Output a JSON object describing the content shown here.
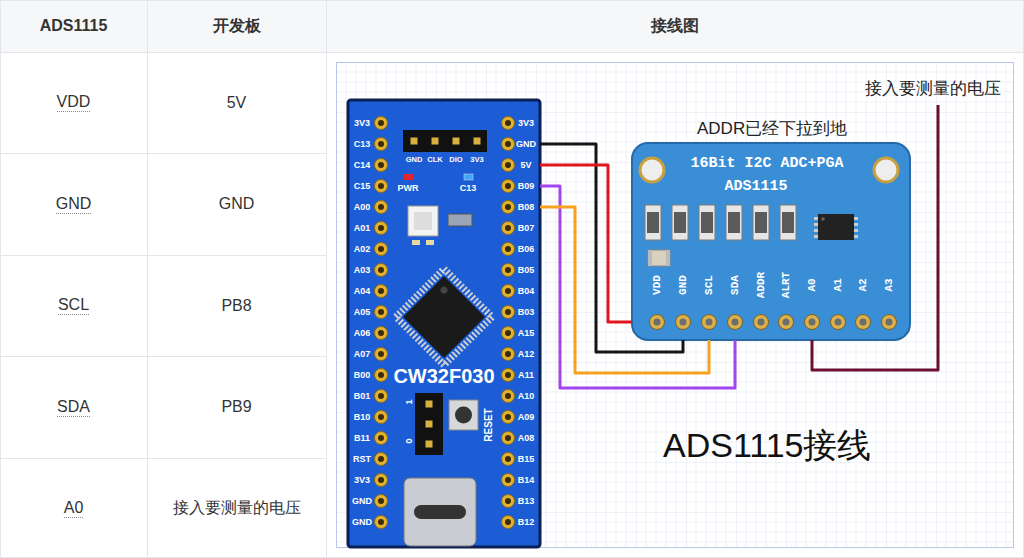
{
  "diagram": {
    "nodes": [
      {
        "text": [
          "3V3",
          "C13",
          "C14",
          "C15",
          "A00",
          "A01",
          "A02",
          "A03",
          "A04",
          "A05",
          "A06",
          "A07",
          "B00",
          "B01",
          "B10",
          "B11",
          "RST",
          "3V3",
          "GND",
          "GND",
          "GND",
          "CLK",
          "DIO",
          "3V3",
          "PWR",
          "C13",
          "CW32F030",
          "1",
          "0",
          "RESET",
          "3V3",
          "GND",
          "5V",
          "B09",
          "B08",
          "B07",
          "B06",
          "B05",
          "B04",
          "B03",
          "A15",
          "A12",
          "A11",
          "A10",
          "A09",
          "A08",
          "B15",
          "B14",
          "B13",
          "B12"
        ]
      },
      {
        "text": [
          "16Bit I2C ADC+PGA",
          "ADS1115",
          "VDD",
          "GND",
          "SCL",
          "SDA",
          "ADDR",
          "ALRT",
          "A0",
          "A1",
          "A2",
          "A3"
        ]
      }
    ],
    "edges": [
      {
        "from": 0,
        "to": 1,
        "arrow": "none"
      },
      {
        "from": 0,
        "to": 1,
        "arrow": "none"
      },
      {
        "from": 0,
        "to": 1,
        "arrow": "none"
      },
      {
        "from": 0,
        "to": 1,
        "arrow": "none"
      }
    ],
    "labels": [
      "ADS1115",
      "开发板",
      "接线图",
      "VDD",
      "5V",
      "GND",
      "GND",
      "SCL",
      "PB8",
      "SDA",
      "PB9",
      "A0",
      "接入要测量的电压",
      "接入要测量的电压",
      "ADDR已经下拉到地",
      "ADS1115接线"
    ]
  }
}
